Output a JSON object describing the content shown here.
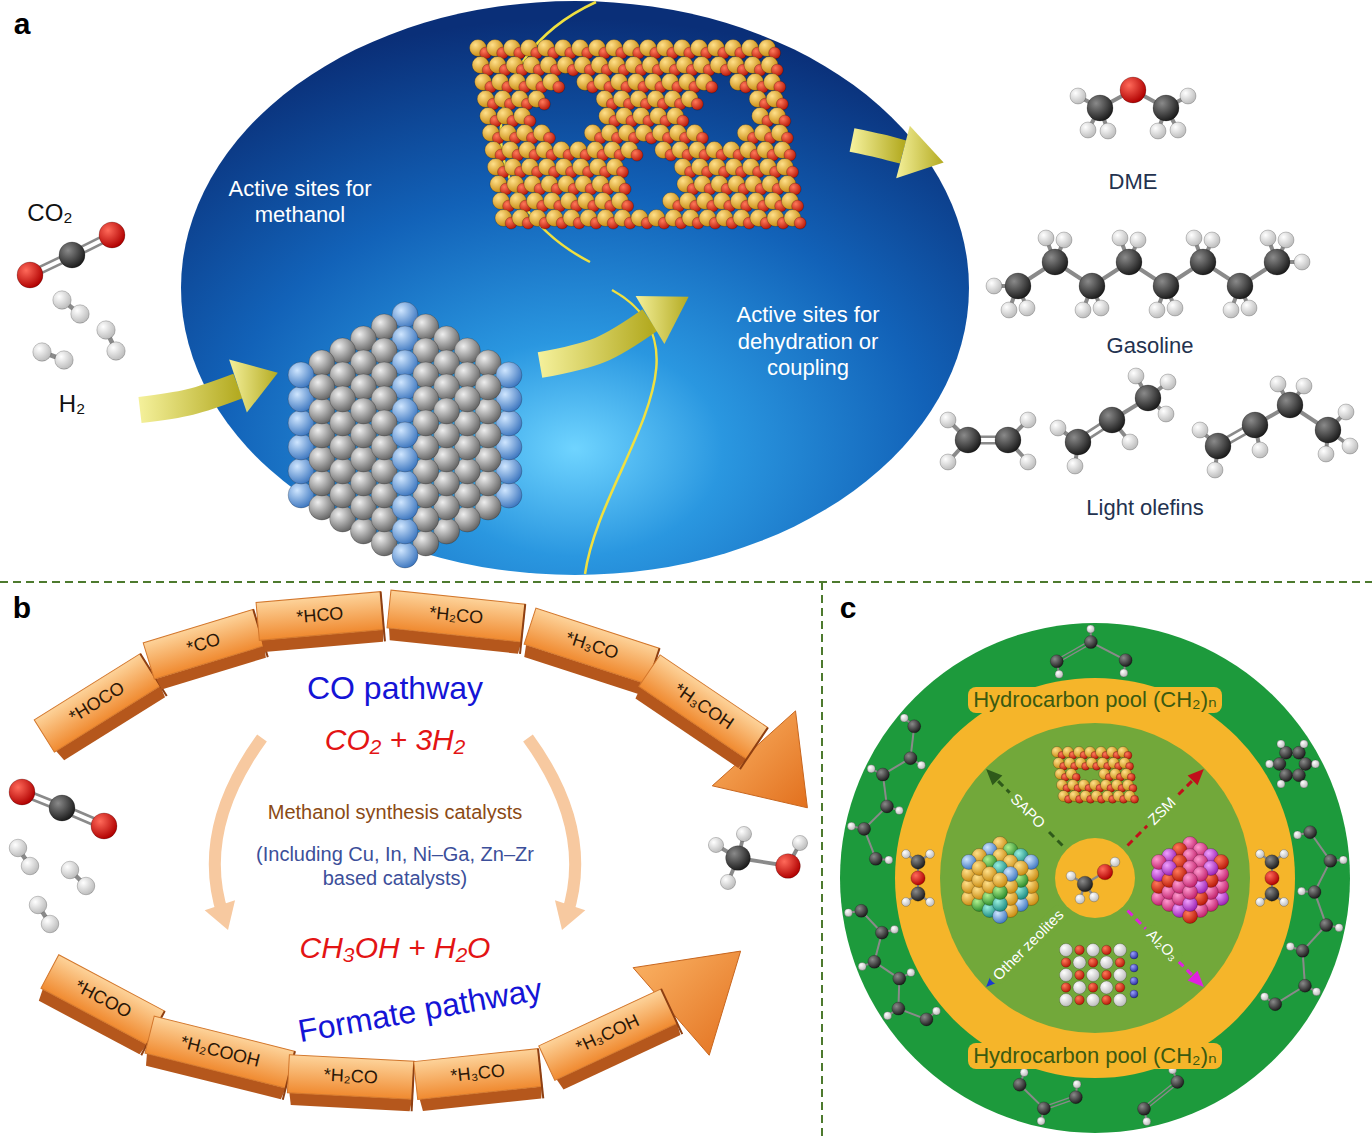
{
  "diagram": {
    "nodes": [
      {
        "text": [
          "Active sites for methanol",
          "Active sites for dehydration or coupling"
        ]
      },
      {
        "text": [
          "*HOCO"
        ]
      },
      {
        "text": [
          "*CO"
        ]
      },
      {
        "text": [
          "*HCO"
        ]
      },
      {
        "text": [
          "*H₂CO"
        ]
      },
      {
        "text": [
          "*H₃CO"
        ]
      },
      {
        "text": [
          "*H₃COH"
        ]
      },
      {
        "text": [
          "*HCOO"
        ]
      },
      {
        "text": [
          "*H₂COOH"
        ]
      },
      {
        "text": [
          "*H₂CO"
        ]
      },
      {
        "text": [
          "*H₃CO"
        ]
      },
      {
        "text": [
          "*H₃COH"
        ]
      },
      {
        "text": [
          "Hydrocarbon pool (CH₂)ₙ",
          "Hydrocarbon pool (CH₂)ₙ"
        ]
      },
      {
        "text": [
          "SAPO",
          "ZSM",
          "Other zeolites",
          "Al₂O₃"
        ],
        "in": 12
      }
    ],
    "labels": [
      "a",
      "CO₂",
      "H₂",
      "DME",
      "Gasoline",
      "Light olefins",
      "b",
      "CO pathway",
      "CO₂ + 3H₂",
      "Methanol synthesis catalysts",
      "(Including Cu, In, Ni–Ga, Zn–Zr based catalysts)",
      "CH₃OH + H₂O",
      "Formate pathway",
      "c"
    ]
  }
}
